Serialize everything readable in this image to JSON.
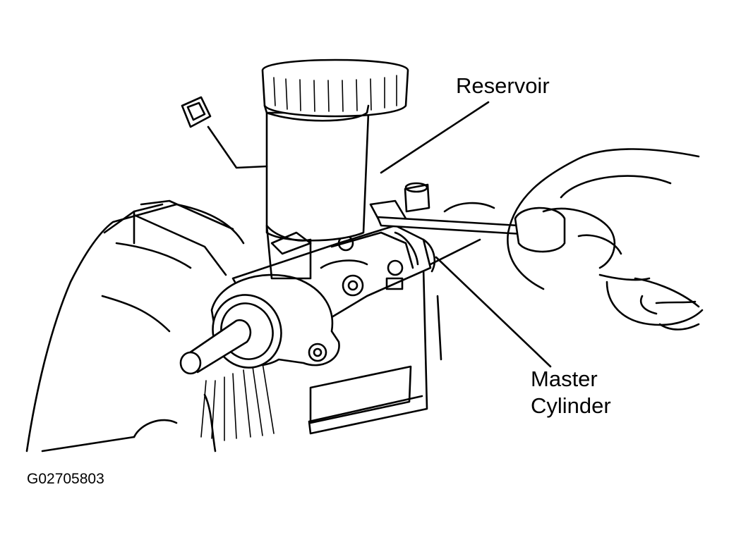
{
  "labels": {
    "reservoir": "Reservoir",
    "master_line1": "Master",
    "master_line2": "Cylinder"
  },
  "figure_code": "G02705803",
  "colors": {
    "ink": "#000000",
    "background": "#ffffff"
  }
}
